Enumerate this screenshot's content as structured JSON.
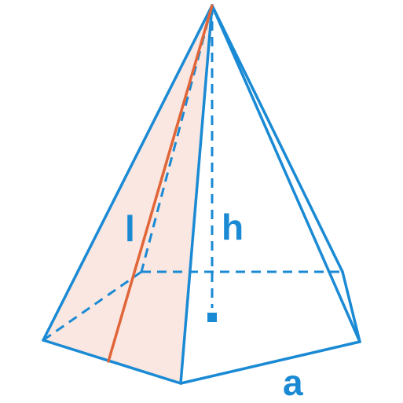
{
  "colors": {
    "edge": "#1a8ad4",
    "slant_height": "#e0663a",
    "face_fill": "#fbe7e1",
    "background": "#ffffff"
  },
  "labels": {
    "slant_height": "l",
    "height": "h",
    "base_side": "a"
  }
}
